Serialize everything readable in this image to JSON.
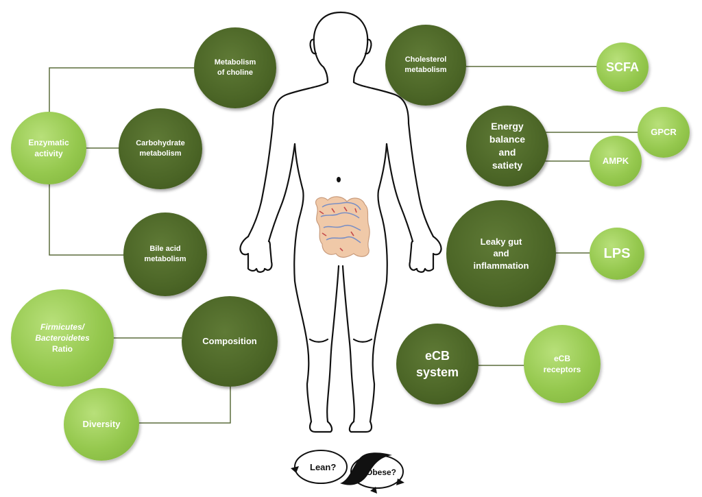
{
  "nodes": {
    "metabolism_choline": [
      "Metabolism",
      "of choline"
    ],
    "enzymatic_activity": [
      "Enzymatic",
      "activity"
    ],
    "carbohydrate_metabolism": [
      "Carbohydrate",
      "metabolism"
    ],
    "bile_acid_metabolism": [
      "Bile acid",
      "metabolism"
    ],
    "firmicutes_line1": "Firmicutes/",
    "firmicutes_line2": "Bacteroidetes",
    "firmicutes_line3": "Ratio",
    "composition": "Composition",
    "diversity": "Diversity",
    "cholesterol_metabolism": [
      "Cholesterol",
      "metabolism"
    ],
    "scfa": "SCFA",
    "energy_balance": [
      "Energy",
      "balance",
      "and",
      "satiety"
    ],
    "gpcr": "GPCR",
    "ampk": "AMPK",
    "leaky_gut": [
      "Leaky gut",
      "and",
      "inflammation"
    ],
    "lps": "LPS",
    "ecb_system": [
      "eCB",
      "system"
    ],
    "ecb_receptors": [
      "eCB",
      "receptors"
    ]
  },
  "logo": {
    "lean": "Lean?",
    "obese": "Obese?"
  },
  "colors": {
    "dark_node": "#4b6526",
    "light_node": "#95c84e",
    "connector": "#4b6526"
  }
}
